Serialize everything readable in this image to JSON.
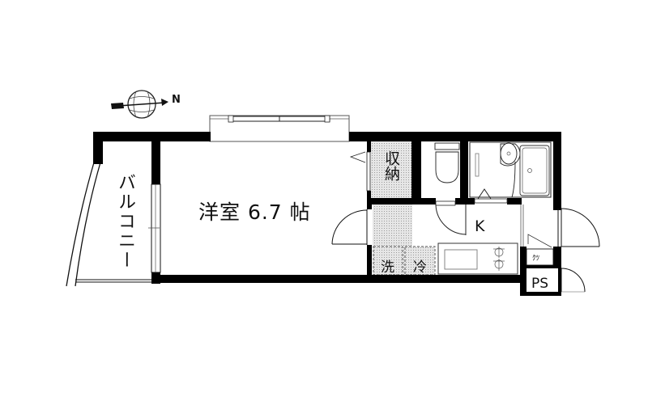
{
  "floorplan": {
    "compass": {
      "label": "N",
      "icon": "compass-rose-icon"
    },
    "rooms": {
      "western_room": {
        "label": "洋室 6.7 帖",
        "type": "Western-style room",
        "size_jo": 6.7
      },
      "balcony": {
        "label": "バルコニー"
      },
      "storage": {
        "label": "収納"
      },
      "kitchen": {
        "label": "K"
      },
      "washer": {
        "label": "洗"
      },
      "fridge": {
        "label": "冷"
      },
      "shoe_cabinet": {
        "label": "ｸﾂ"
      },
      "pipe_space": {
        "label": "PS"
      }
    },
    "fixtures": [
      "toilet",
      "washbasin",
      "bathtub",
      "sink",
      "two-burner-stove",
      "sliding-window",
      "doors"
    ],
    "colors": {
      "wall": "#000000",
      "line": "#222222",
      "hatch": "#cfcfcf",
      "background": "#ffffff"
    }
  }
}
